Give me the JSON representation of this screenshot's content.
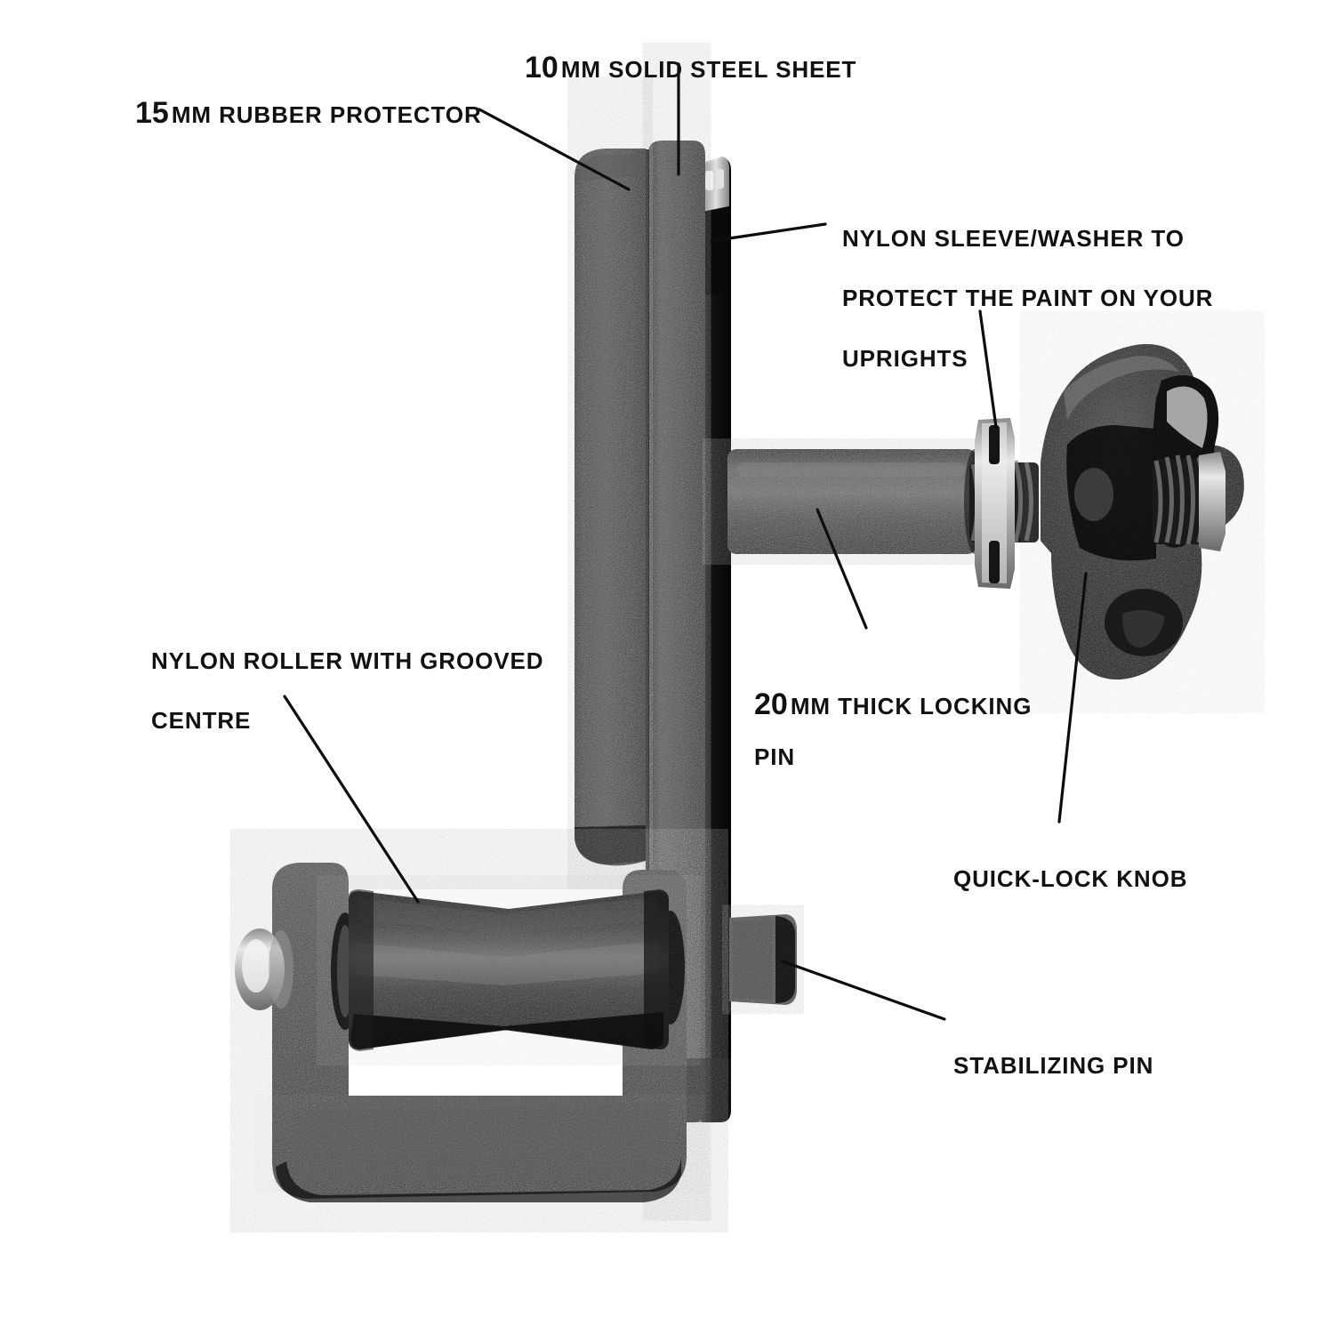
{
  "diagram": {
    "title": "Power rack J-cup roller attachment — exploded feature callouts",
    "background_color": "#ffffff",
    "label_color": "#111111",
    "leader_color": "#0d0d0d",
    "part_colors": {
      "rubber": "#2e2e2e",
      "steel": "#3a3a3a",
      "steel_dark": "#141414",
      "nylon_sleeve": "#d8d8d8",
      "chrome": "#cfcfcf",
      "knob": "#1c1c1c",
      "roller": "#242424"
    }
  },
  "callouts": [
    {
      "id": "rubber-protector",
      "number": "15",
      "unit": "MM",
      "text": "RUBBER PROTECTOR",
      "full": "15 MM RUBBER PROTECTOR",
      "lines": [
        "15 MM RUBBER PROTECTOR"
      ]
    },
    {
      "id": "steel-sheet",
      "number": "10",
      "unit": "MM",
      "text": "SOLID STEEL SHEET",
      "full": "10 MM SOLID STEEL SHEET",
      "lines": [
        "10 MM SOLID STEEL SHEET"
      ]
    },
    {
      "id": "nylon-sleeve",
      "number": "",
      "unit": "",
      "text": "NYLON SLEEVE/WASHER TO PROTECT THE PAINT ON YOUR UPRIGHTS",
      "full": "NYLON SLEEVE/WASHER TO PROTECT THE PAINT ON YOUR UPRIGHTS",
      "lines": [
        "NYLON SLEEVE/WASHER TO",
        "PROTECT THE PAINT ON YOUR",
        "UPRIGHTS"
      ]
    },
    {
      "id": "locking-pin",
      "number": "20",
      "unit": "MM",
      "text": "THICK LOCKING PIN",
      "full": "20 MM THICK LOCKING PIN",
      "lines": [
        "20 MM THICK LOCKING",
        "PIN"
      ]
    },
    {
      "id": "nylon-roller",
      "number": "",
      "unit": "",
      "text": "NYLON ROLLER WITH GROOVED CENTRE",
      "full": "NYLON ROLLER WITH GROOVED CENTRE",
      "lines": [
        "NYLON ROLLER WITH GROOVED",
        "CENTRE"
      ]
    },
    {
      "id": "quick-lock-knob",
      "number": "",
      "unit": "",
      "text": "QUICK-LOCK KNOB",
      "full": "QUICK-LOCK KNOB",
      "lines": [
        "QUICK-LOCK KNOB"
      ]
    },
    {
      "id": "stabilizing-pin",
      "number": "",
      "unit": "",
      "text": "STABILIZING PIN",
      "full": "STABILIZING PIN",
      "lines": [
        "STABILIZING PIN"
      ]
    }
  ],
  "callout_text": {
    "rubber_num": "15",
    "rubber_unit": "MM",
    "rubber_body": "RUBBER PROTECTOR",
    "steel_num": "10",
    "steel_unit": "MM",
    "steel_body": "SOLID STEEL SHEET",
    "sleeve_l1": "NYLON SLEEVE/WASHER TO",
    "sleeve_l2": "PROTECT THE PAINT ON YOUR",
    "sleeve_l3": "UPRIGHTS",
    "pin_num": "20",
    "pin_unit": "MM",
    "pin_body_l1": "THICK LOCKING",
    "pin_body_l2": "PIN",
    "roller_l1": "NYLON ROLLER WITH GROOVED",
    "roller_l2": "CENTRE",
    "knob": "QUICK-LOCK KNOB",
    "stab": "STABILIZING PIN"
  },
  "parts": [
    {
      "id": "rubber-pad",
      "name": "15mm rubber protector pad"
    },
    {
      "id": "steel-plate",
      "name": "10mm solid steel sheet arm"
    },
    {
      "id": "nylon-sleeve",
      "name": "nylon sleeve / washer"
    },
    {
      "id": "locking-pin",
      "name": "20mm thick locking pin"
    },
    {
      "id": "chrome-washer",
      "name": "chrome washer"
    },
    {
      "id": "quick-lock-knob",
      "name": "quick-lock star knob"
    },
    {
      "id": "roller",
      "name": "grooved nylon roller"
    },
    {
      "id": "u-bracket",
      "name": "u-shaped roller bracket"
    },
    {
      "id": "roller-bolt",
      "name": "roller axle bolt"
    },
    {
      "id": "stabilizing-pin",
      "name": "stabilizing pin stub"
    }
  ]
}
